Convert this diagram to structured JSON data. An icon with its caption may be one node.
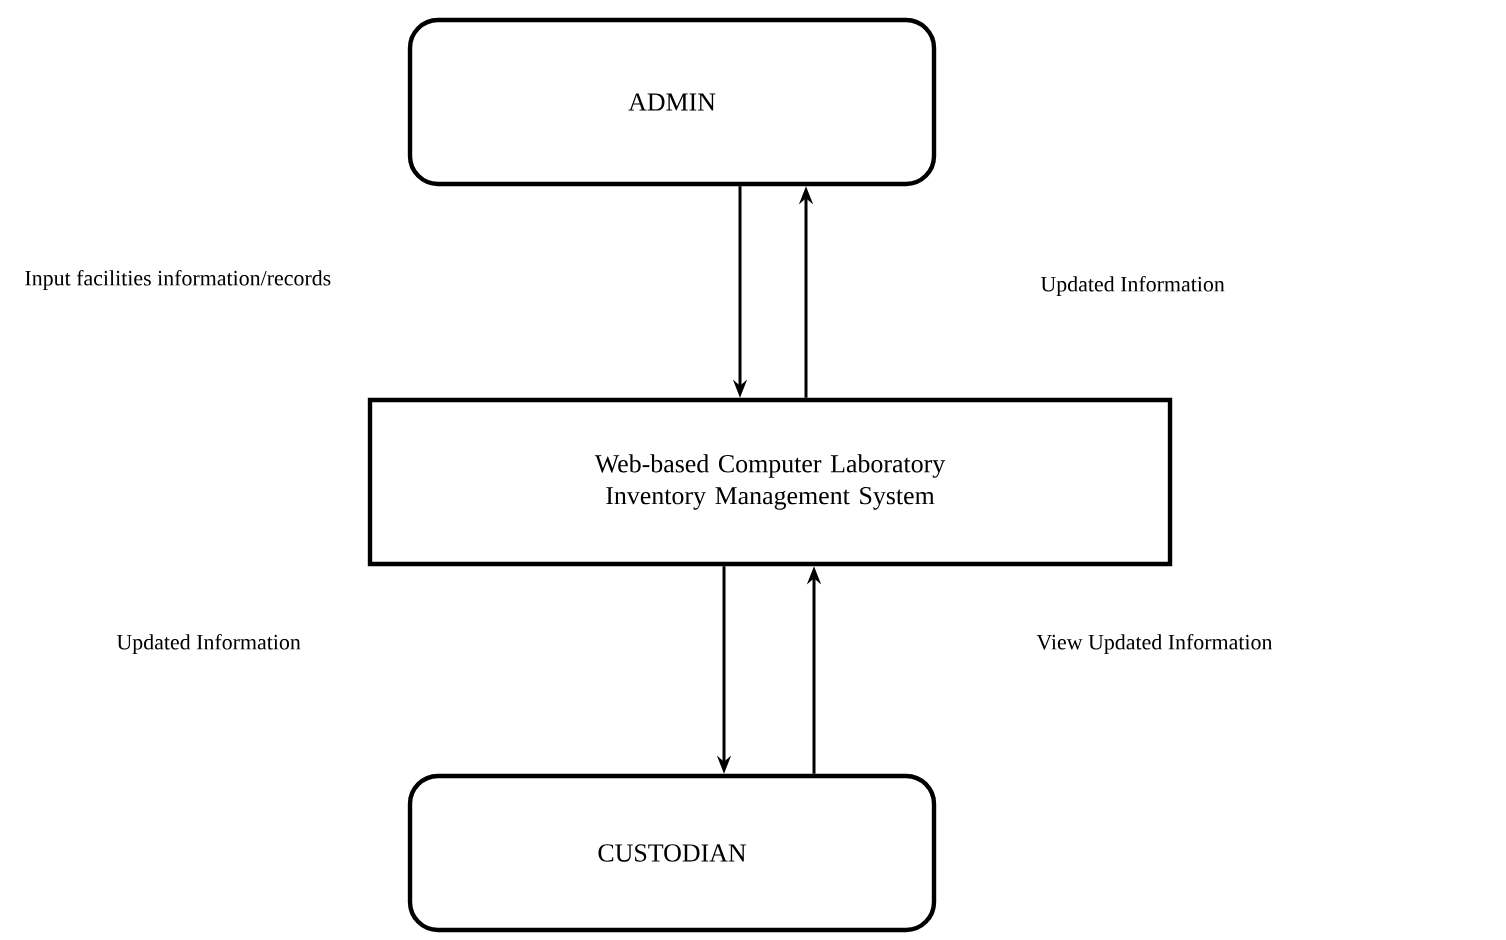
{
  "diagram": {
    "nodes": [
      {
        "text": [
          "ADMIN"
        ]
      },
      {
        "text": [
          "Web-based Computer Laboratory Inventory Management System"
        ]
      },
      {
        "text": [
          "CUSTODIAN"
        ]
      }
    ],
    "edges": [
      {
        "from": 0,
        "to": 1,
        "arrow": "to"
      },
      {
        "from": 1,
        "to": 0,
        "arrow": "to"
      },
      {
        "from": 1,
        "to": 2,
        "arrow": "to"
      },
      {
        "from": 2,
        "to": 1,
        "arrow": "to"
      }
    ],
    "labels": [
      "Input facilities information/records",
      "Updated Information",
      "Updated Information",
      "View Updated Information"
    ]
  }
}
